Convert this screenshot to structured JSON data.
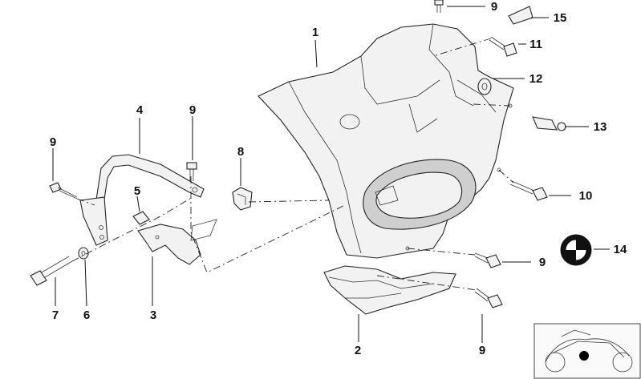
{
  "diagram": {
    "callouts": [
      {
        "id": "c1",
        "label": "1"
      },
      {
        "id": "c2",
        "label": "2"
      },
      {
        "id": "c3",
        "label": "3"
      },
      {
        "id": "c4",
        "label": "4"
      },
      {
        "id": "c5",
        "label": "5"
      },
      {
        "id": "c6",
        "label": "6"
      },
      {
        "id": "c7",
        "label": "7"
      },
      {
        "id": "c8",
        "label": "8"
      },
      {
        "id": "c9a",
        "label": "9"
      },
      {
        "id": "c9b",
        "label": "9"
      },
      {
        "id": "c9c",
        "label": "9"
      },
      {
        "id": "c9d",
        "label": "9"
      },
      {
        "id": "c9e",
        "label": "9"
      },
      {
        "id": "c10",
        "label": "10"
      },
      {
        "id": "c11",
        "label": "11"
      },
      {
        "id": "c12",
        "label": "12"
      },
      {
        "id": "c13",
        "label": "13"
      },
      {
        "id": "c14",
        "label": "14"
      },
      {
        "id": "c15",
        "label": "15"
      }
    ]
  }
}
